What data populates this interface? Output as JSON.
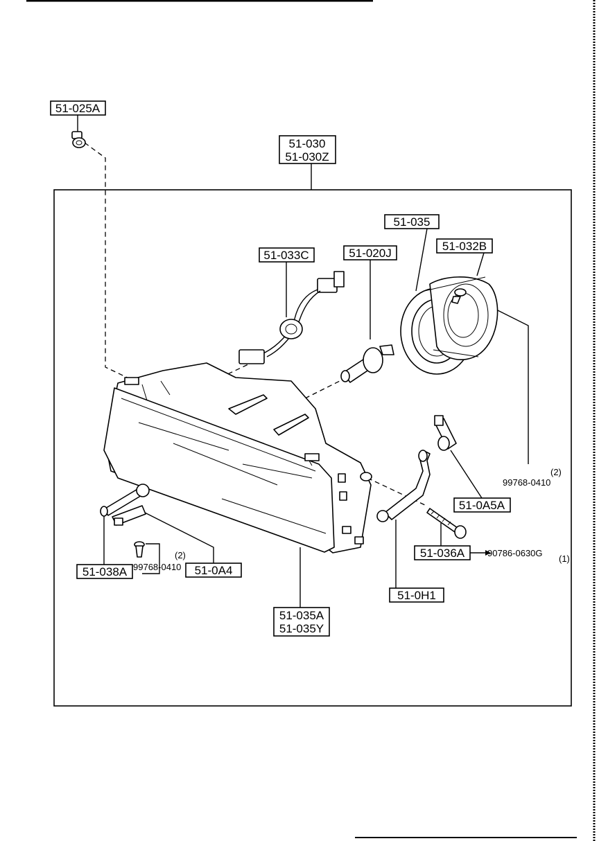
{
  "callouts": {
    "c_025a": "51-025A",
    "c_030_1": "51-030",
    "c_030_2": "51-030Z",
    "c_035": "51-035",
    "c_032b": "51-032B",
    "c_033c": "51-033C",
    "c_020j": "51-020J",
    "c_0a5a": "51-0A5A",
    "c_036a": "51-036A",
    "c_0h1": "51-0H1",
    "c_035a_1": "51-035A",
    "c_035a_2": "51-035Y",
    "c_038a": "51-038A",
    "c_0a4": "51-0A4"
  },
  "std_parts": {
    "bolt_right_qty": "(2)",
    "bolt_right_no": "99768-0410",
    "bolt_left_qty": "(2)",
    "bolt_left_no": "99768-0410",
    "bolt_long_qty": "(1)",
    "bolt_long_no": "90786-0630G"
  }
}
